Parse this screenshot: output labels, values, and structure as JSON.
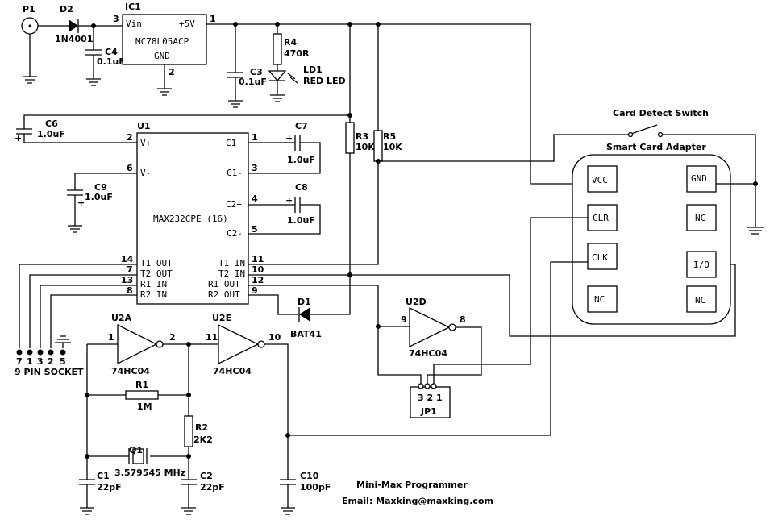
{
  "connector": {
    "ref": "P1"
  },
  "diode_d2": {
    "ref": "D2",
    "value": "1N4001"
  },
  "regulator": {
    "ref": "IC1",
    "part": "MC78L05ACP",
    "pin_vin": "Vin",
    "pin_5v": "+5V",
    "pin_gnd": "GND",
    "pin3": "3",
    "pin1": "1",
    "pin2": "2"
  },
  "c4": {
    "ref": "C4",
    "value": "0.1uF"
  },
  "c3": {
    "ref": "C3",
    "value": "0.1uF"
  },
  "r4": {
    "ref": "R4",
    "value": "470R"
  },
  "ld1": {
    "ref": "LD1",
    "value": "RED LED"
  },
  "c6": {
    "ref": "C6",
    "value": "1.0uF"
  },
  "u1": {
    "ref": "U1",
    "part": "MAX232CPE (16)",
    "pins": {
      "vplus": "V+",
      "vminus": "V-",
      "c1p": "C1+",
      "c1m": "C1-",
      "c2p": "C2+",
      "c2m": "C2-",
      "t1out": "T1 OUT",
      "t2out": "T2 OUT",
      "r1in": "R1 IN",
      "r2in": "R2 IN",
      "t1in": "T1 IN",
      "t2in": "T2 IN",
      "r1out": "R1 OUT",
      "r2out": "R2 OUT"
    },
    "nums": {
      "n2": "2",
      "n6": "6",
      "n14": "14",
      "n7": "7",
      "n13": "13",
      "n8": "8",
      "n1": "1",
      "n3": "3",
      "n4": "4",
      "n5": "5",
      "n11": "11",
      "n10": "10",
      "n12": "12",
      "n9": "9"
    }
  },
  "c7": {
    "ref": "C7",
    "value": "1.0uF"
  },
  "c8": {
    "ref": "C8",
    "value": "1.0uF"
  },
  "c9": {
    "ref": "C9",
    "value": "1.0uF"
  },
  "r3": {
    "ref": "R3",
    "value": "10K"
  },
  "r5": {
    "ref": "R5",
    "value": "10K"
  },
  "switch": {
    "label": "Card Detect Switch"
  },
  "adapter": {
    "label": "Smart Card Adapter",
    "vcc": "VCC",
    "gnd": "GND",
    "clr": "CLR",
    "nc1": "NC",
    "clk": "CLK",
    "io": "I/O",
    "nc2": "NC",
    "nc3": "NC"
  },
  "d1": {
    "ref": "D1",
    "value": "BAT41"
  },
  "u2d": {
    "ref": "U2D",
    "part": "74HC04",
    "in": "9",
    "out": "8"
  },
  "u2a": {
    "ref": "U2A",
    "part": "74HC04",
    "in": "1",
    "out": "2"
  },
  "u2e": {
    "ref": "U2E",
    "part": "74HC04",
    "in": "11",
    "out": "10"
  },
  "jp1": {
    "ref": "JP1",
    "pins": "3 2 1"
  },
  "socket": {
    "label": "9 PIN SOCKET",
    "p7": "7",
    "p1": "1",
    "p3": "3",
    "p2": "2",
    "p5": "5"
  },
  "r1": {
    "ref": "R1",
    "value": "1M"
  },
  "r2": {
    "ref": "R2",
    "value": "2K2"
  },
  "q1": {
    "ref": "Q1",
    "value": "3.579545 MHz"
  },
  "c1": {
    "ref": "C1",
    "value": "22pF"
  },
  "c2": {
    "ref": "C2",
    "value": "22pF"
  },
  "c10": {
    "ref": "C10",
    "value": "100pF"
  },
  "footer": {
    "title": "Mini-Max Programmer",
    "email": "Email: Maxking@maxking.com"
  }
}
